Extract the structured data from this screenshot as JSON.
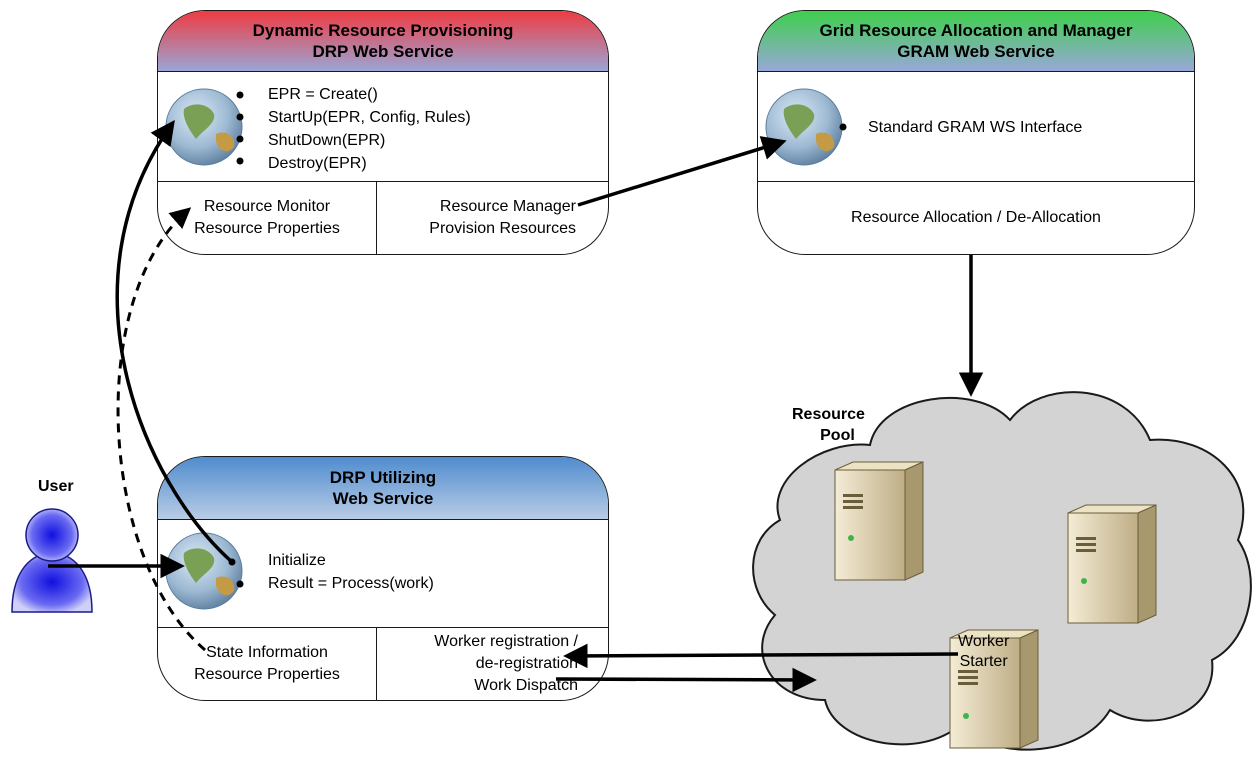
{
  "drp_service": {
    "title_line1": "Dynamic Resource Provisioning",
    "title_line2": "DRP Web Service",
    "operations": [
      "EPR = Create()",
      "StartUp(EPR, Config, Rules)",
      "ShutDown(EPR)",
      "Destroy(EPR)"
    ],
    "monitor_line1": "Resource Monitor",
    "monitor_line2": "Resource Properties",
    "manager_line1": "Resource Manager",
    "manager_line2": "Provision Resources",
    "header_color": "#e8424a"
  },
  "gram_service": {
    "title_line1": "Grid Resource Allocation and Manager",
    "title_line2": "GRAM Web Service",
    "interface_label": "Standard GRAM WS Interface",
    "footer_label": "Resource Allocation / De-Allocation",
    "header_color": "#4fd35a"
  },
  "utilizing_service": {
    "title_line1": "DRP Utilizing",
    "title_line2": "Web Service",
    "operations": [
      "Initialize",
      "Result = Process(work)"
    ],
    "state_line1": "State Information",
    "state_line2": "Resource Properties",
    "worker_line1": "Worker registration /",
    "worker_line2": "de-registration",
    "worker_line3": "Work Dispatch",
    "header_color": "#5b93cf"
  },
  "user": {
    "label": "User",
    "icon": "user-icon",
    "color": "#2a2ae8"
  },
  "resource_pool": {
    "label_line1": "Resource",
    "label_line2": "Pool",
    "worker_starter_line1": "Worker",
    "worker_starter_line2": "Starter",
    "cloud_color": "#d3d3d3",
    "server_icon": "server-icon"
  }
}
